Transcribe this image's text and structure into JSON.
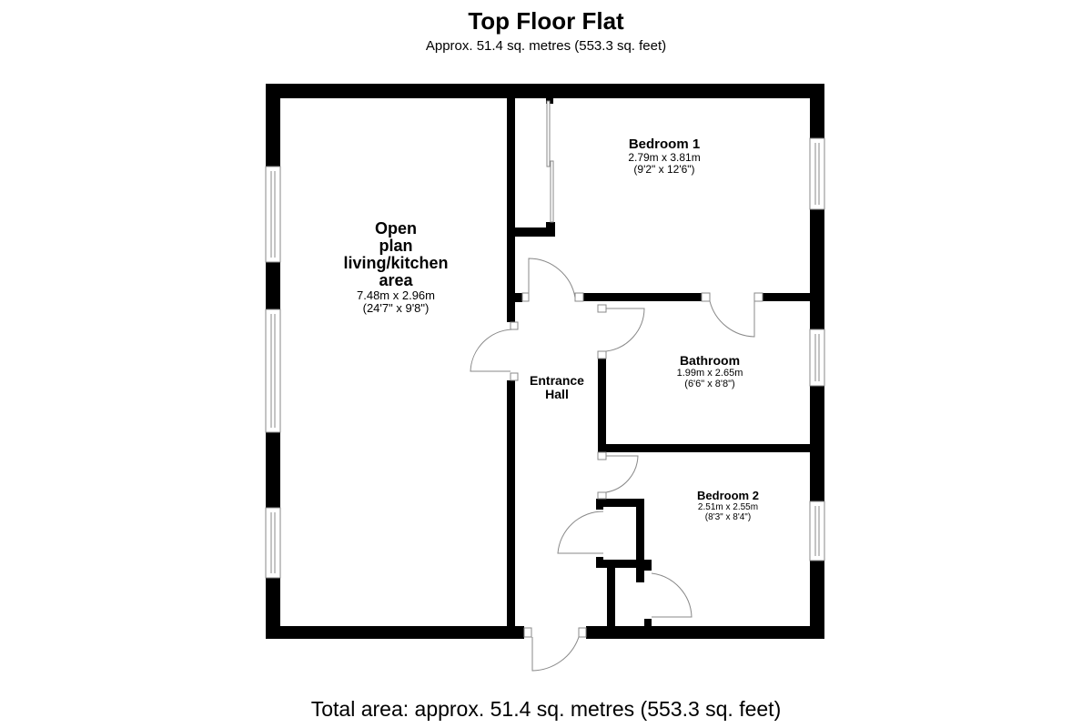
{
  "header": {
    "title": "Top Floor Flat",
    "subtitle": "Approx. 51.4 sq. metres (553.3 sq. feet)"
  },
  "rooms": {
    "living": {
      "name_lines": [
        "Open",
        "plan",
        "living/kitchen",
        "area"
      ],
      "metric": "7.48m x 2.96m",
      "imperial": "(24'7\" x 9'8\")"
    },
    "bedroom1": {
      "name": "Bedroom 1",
      "metric": "2.79m x 3.81m",
      "imperial": "(9'2\" x 12'6\")"
    },
    "bathroom": {
      "name": "Bathroom",
      "metric": "1.99m x 2.65m",
      "imperial": "(6'6\" x 8'8\")"
    },
    "entrance": {
      "name_lines": [
        "Entrance",
        "Hall"
      ]
    },
    "bedroom2": {
      "name": "Bedroom 2",
      "metric": "2.51m x 2.55m",
      "imperial": "(8'3\" x 8'4\")"
    }
  },
  "footer": {
    "total_area": "Total area: approx. 51.4 sq. metres (553.3 sq. feet)"
  },
  "colors": {
    "wall": "#000000",
    "background": "#ffffff",
    "fixture_line": "#888888"
  }
}
